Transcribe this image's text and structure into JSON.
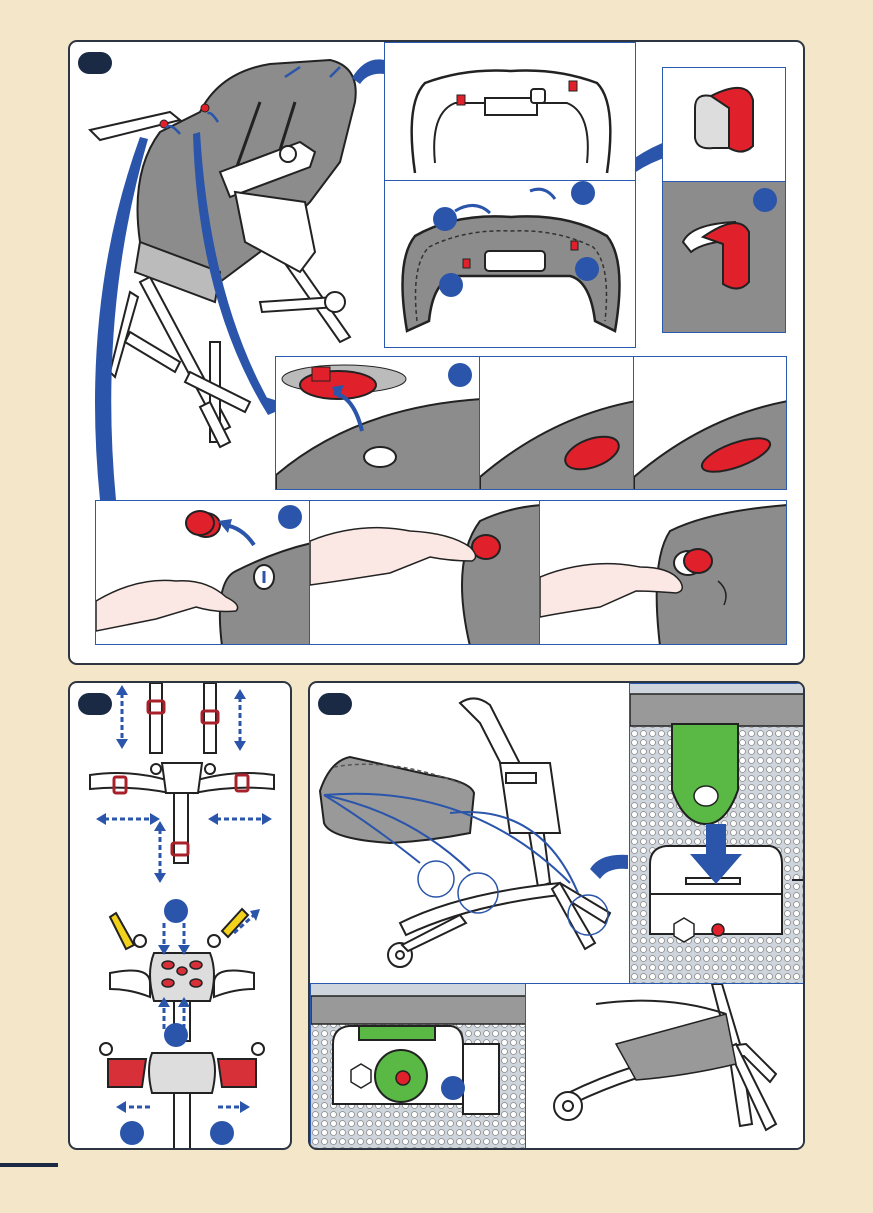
{
  "page": {
    "background": "#f4e6c9",
    "accent_blue": "#2a55aa",
    "accent_red": "#e0202a",
    "accent_green": "#5ab845",
    "accent_yellow": "#f2d21a",
    "seat_gray": "#8c8c8c"
  },
  "figures": [
    {
      "id": "top",
      "steps": 4
    },
    {
      "id": "harness",
      "steps": 3
    },
    {
      "id": "basket",
      "steps": 1
    }
  ]
}
